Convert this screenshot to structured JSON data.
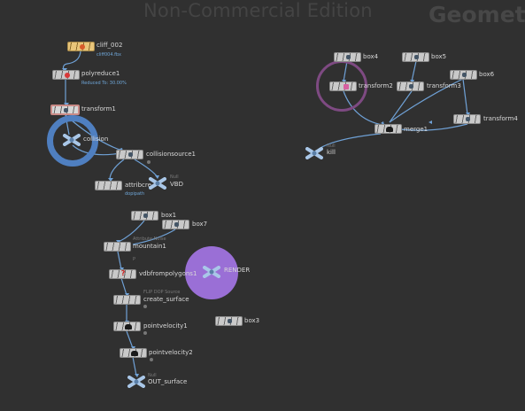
{
  "header": {
    "watermark": "Non-Commercial Edition",
    "context": "Geometr"
  },
  "nodes": {
    "cliff_002": {
      "name": "cliff_002",
      "sub": "cliff004.fbx"
    },
    "polyreduce1": {
      "name": "polyreduce1",
      "sub": "Reduced To: 30.00%"
    },
    "transform1": {
      "name": "transform1"
    },
    "collision": {
      "name": "collision"
    },
    "collisionsource1": {
      "name": "collisionsource1"
    },
    "attribcre": {
      "name": "attribcre",
      "sub": "dopipath"
    },
    "vbd": {
      "name": "VBD",
      "tag": "Null"
    },
    "box1": {
      "name": "box1"
    },
    "box7": {
      "name": "box7"
    },
    "mountain1": {
      "name": "mountain1",
      "tag": "Attribute Noise",
      "tag2": "P"
    },
    "vdbfrompolygons1": {
      "name": "vdbfrompolygons1"
    },
    "create_surface": {
      "name": "create_surface",
      "tag": "FLIP DOP Source"
    },
    "pointvelocity1": {
      "name": "pointvelocity1"
    },
    "pointvelocity2": {
      "name": "pointvelocity2"
    },
    "out_surface": {
      "name": "OUT_surface",
      "tag": "Null"
    },
    "render": {
      "name": "RENDER"
    },
    "box3": {
      "name": "box3"
    },
    "box4": {
      "name": "box4"
    },
    "box5": {
      "name": "box5"
    },
    "box6": {
      "name": "box6"
    },
    "transform2": {
      "name": "transform2"
    },
    "transform3": {
      "name": "transform3"
    },
    "transform4": {
      "name": "transform4"
    },
    "merge1": {
      "name": "merge1"
    },
    "kill": {
      "name": "kill",
      "tag": "Null"
    }
  },
  "icons": {
    "null": "null-cross-icon"
  },
  "colors": {
    "background": "#303030",
    "wire": "#6fa1d6",
    "selected_ring": "#4f7fc0",
    "display_ring": "#9a6fd6",
    "template_ring": "#7e4a82",
    "file_node": "#e8c57a"
  }
}
